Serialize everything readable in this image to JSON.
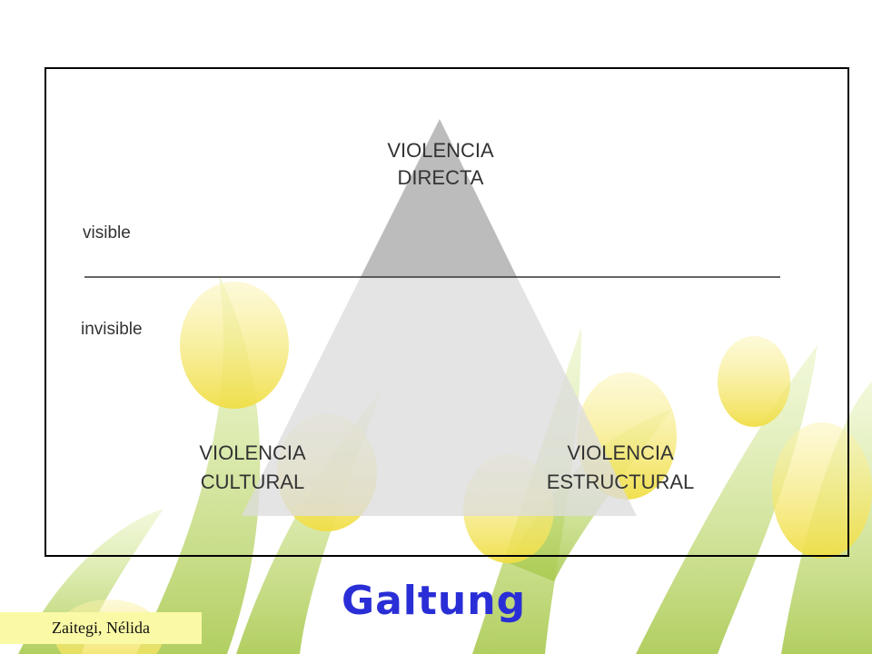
{
  "diagram": {
    "apex_line1": "VIOLENCIA",
    "apex_line2": "DIRECTA",
    "left_line1": "VIOLENCIA",
    "left_line2": "CULTURAL",
    "right_line1": "VIOLENCIA",
    "right_line2": "ESTRUCTURAL",
    "label_visible": "visible",
    "label_invisible": "invisible"
  },
  "title": "Galtung",
  "author": "Zaitegi, Nélida",
  "colors": {
    "title": "#2a2ed6",
    "author_bg": "#fafaa6",
    "apex_fill": "#b5b5b5",
    "base_fill": "#dcdcdc",
    "flower_yellow": "#f3e56a",
    "leaf_green": "#b7d36b"
  }
}
